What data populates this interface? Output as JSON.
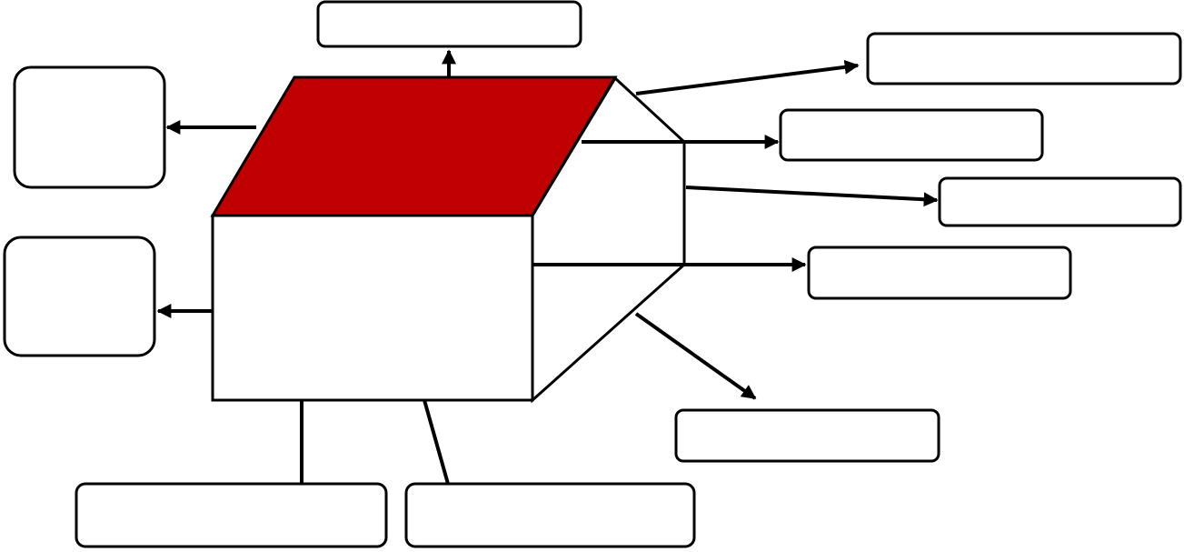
{
  "diagram": {
    "colors": {
      "roof": "#c00000",
      "stroke": "#000000",
      "background": "#ffffff"
    },
    "house": {
      "parts": [
        "roof",
        "front-wall",
        "side-wall",
        "gable"
      ]
    },
    "label_boxes": [
      {
        "id": "top",
        "text": ""
      },
      {
        "id": "upper-left",
        "text": ""
      },
      {
        "id": "lower-left",
        "text": ""
      },
      {
        "id": "right-1",
        "text": ""
      },
      {
        "id": "right-2",
        "text": ""
      },
      {
        "id": "right-3",
        "text": ""
      },
      {
        "id": "right-4",
        "text": ""
      },
      {
        "id": "lower-right",
        "text": ""
      },
      {
        "id": "bottom-left",
        "text": ""
      },
      {
        "id": "bottom-center",
        "text": ""
      }
    ]
  }
}
